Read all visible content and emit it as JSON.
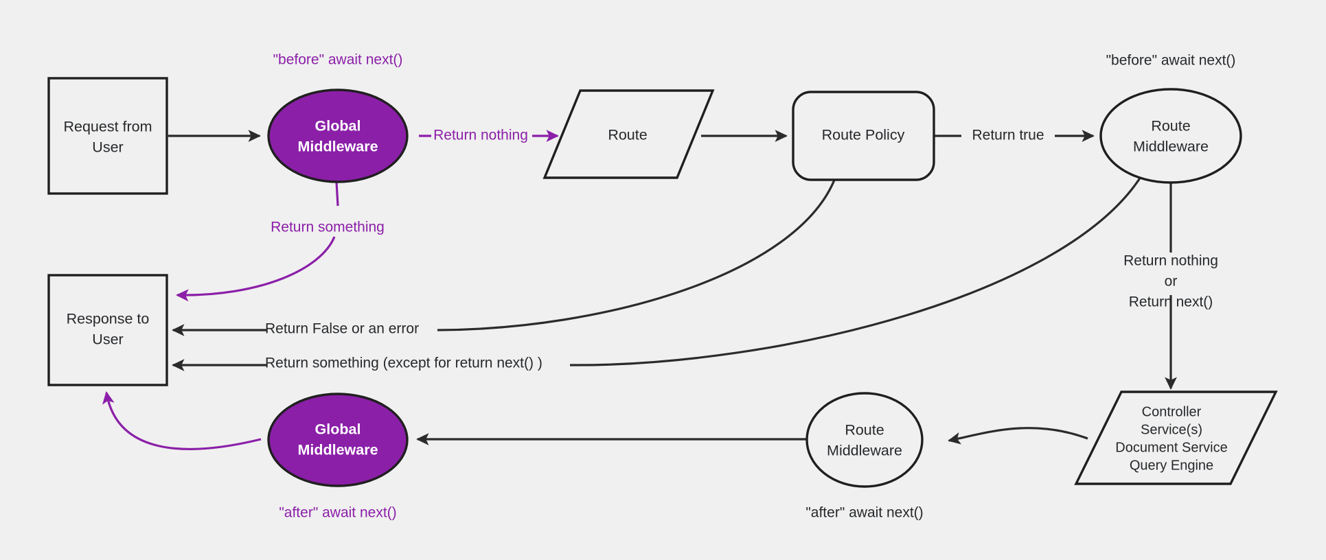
{
  "diagram": {
    "title": "Middleware request lifecycle flow",
    "background_color": "#f0f0f0",
    "accent_color": "#8B1FA8",
    "line_color": "#2b2b2b",
    "nodes": {
      "request_from_user": {
        "line1": "Request from",
        "line2": "User",
        "shape": "rectangle"
      },
      "global_middleware_top": {
        "line1": "Global",
        "line2": "Middleware",
        "shape": "ellipse",
        "fill": "#8B1FA8"
      },
      "route": {
        "line1": "Route",
        "shape": "parallelogram"
      },
      "route_policy": {
        "line1": "Route Policy",
        "shape": "rounded-rectangle"
      },
      "route_middleware_top": {
        "line1": "Route",
        "line2": "Middleware",
        "shape": "ellipse"
      },
      "controller_stack": {
        "line1": "Controller",
        "line2": "Service(s)",
        "line3": "Document Service",
        "line4": "Query Engine",
        "shape": "parallelogram"
      },
      "route_middleware_bottom": {
        "line1": "Route",
        "line2": "Middleware",
        "shape": "ellipse"
      },
      "global_middleware_bottom": {
        "line1": "Global",
        "line2": "Middleware",
        "shape": "ellipse",
        "fill": "#8B1FA8"
      },
      "response_to_user": {
        "line1": "Response to",
        "line2": "User",
        "shape": "rectangle"
      }
    },
    "annotations": {
      "before_await_next_global": "\"before\" await next()",
      "before_await_next_route": "\"before\" await next()",
      "after_await_next_global": "\"after\" await next()",
      "after_await_next_route": "\"after\" await next()"
    },
    "edge_labels": {
      "return_nothing": "Return nothing",
      "return_something": "Return something",
      "return_true": "Return true",
      "return_false_or_error": "Return False or an error",
      "return_something_except": "Return something (except for return next() )",
      "return_nothing_or_next_l1": "Return nothing",
      "return_nothing_or_next_l2": "or",
      "return_nothing_or_next_l3": "Return next()"
    }
  }
}
